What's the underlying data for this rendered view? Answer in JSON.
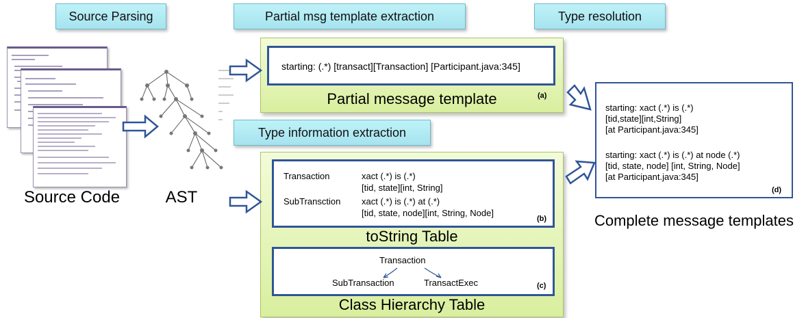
{
  "stages": {
    "source_parsing": "Source Parsing",
    "partial_extraction": "Partial msg template extraction",
    "type_resolution": "Type resolution",
    "type_info_extraction": "Type information extraction"
  },
  "source_code_label": "Source Code",
  "ast_label": "AST",
  "partial_template": {
    "text": "starting: (.*) [transact][Transaction] [Participant.java:345]",
    "caption": "Partial message template",
    "tag": "(a)"
  },
  "tostring_table": {
    "caption": "toString Table",
    "tag": "(b)",
    "rows": [
      {
        "class": "Transaction",
        "line1": "xact (.*) is (.*)",
        "line2": "[tid, state][int, String]"
      },
      {
        "class": "SubTransction",
        "line1": "xact (.*) is (.*) at (.*)",
        "line2": "[tid, state, node][int, String, Node]"
      }
    ]
  },
  "class_hierarchy": {
    "caption": "Class Hierarchy Table",
    "tag": "(c)",
    "parent": "Transaction",
    "children": [
      "SubTransaction",
      "TransactExec"
    ]
  },
  "complete_templates": {
    "caption": "Complete message templates",
    "tag": "(d)",
    "t1": [
      "starting: xact (.*) is (.*)",
      "[tid,state][int,String]",
      "[at Participant.java:345]"
    ],
    "t2": [
      "starting: xact (.*) is (.*) at node (.*)",
      "[tid, state, node] [int, String, Node]",
      "[at Participant.java:345]"
    ]
  },
  "colors": {
    "arrow": "#2f5597",
    "box_border": "#2f5597",
    "stage_fill": "#a6e3ef",
    "panel_fill": "#d9ef9e"
  }
}
